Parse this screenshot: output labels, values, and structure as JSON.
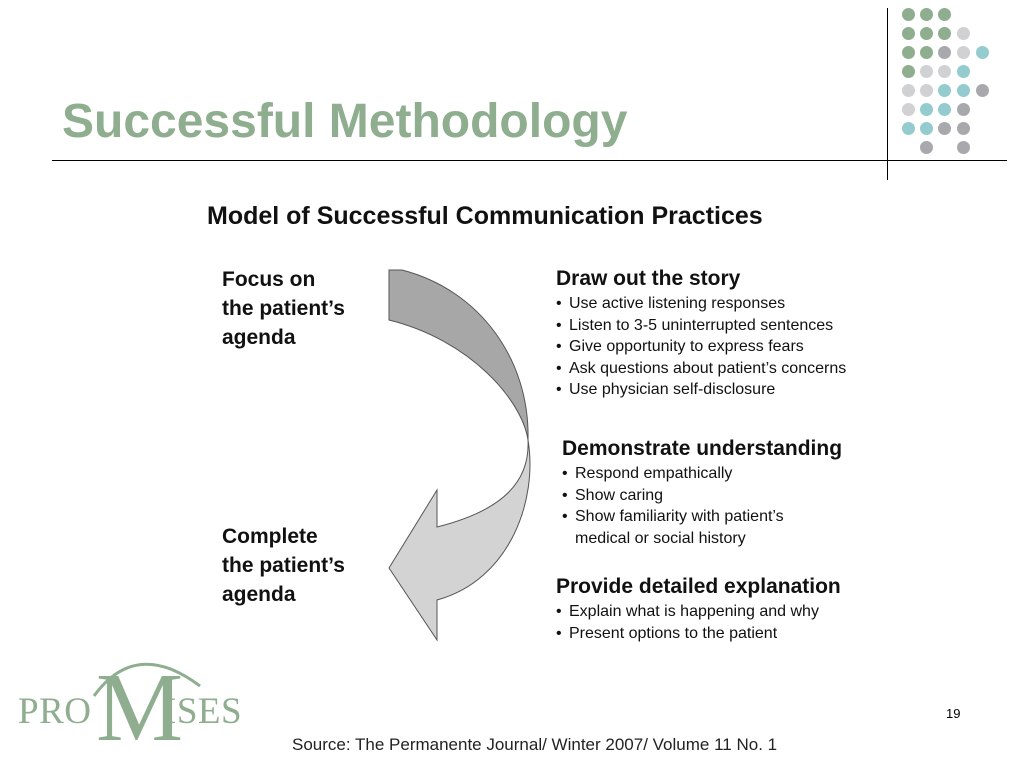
{
  "slide": {
    "title": "Successful Methodology",
    "page_number": "19",
    "source": "Source: The Permanente Journal/ Winter 2007/ Volume 11 No. 1",
    "accent_color": "#8fad8f"
  },
  "decor": {
    "dot_colors": {
      "green": "#8fad8f",
      "gray": "#a7a9ac",
      "light_gray": "#cfd1d3",
      "teal": "#94cbcf"
    }
  },
  "model": {
    "title": "Model of Successful Communication Practices",
    "left_top_label": [
      "Focus on",
      "the patient’s",
      "agenda"
    ],
    "left_bottom_label": [
      "Complete",
      "the patient’s",
      "agenda"
    ],
    "arrow_colors": {
      "top": "#a7a7a7",
      "bottom": "#d3d3d3"
    },
    "sections": [
      {
        "heading": "Draw out the story",
        "bullets": [
          "Use active listening responses",
          "Listen to 3-5 uninterrupted sentences",
          "Give opportunity to express fears",
          "Ask questions about patient’s concerns",
          "Use physician self-disclosure"
        ]
      },
      {
        "heading": "Demonstrate understanding",
        "bullets": [
          "Respond empathically",
          "Show caring",
          "Show familiarity with patient’s",
          "medical or social history"
        ]
      },
      {
        "heading": "Provide detailed explanation",
        "bullets": [
          "Explain what is happening and why",
          "Present options to the patient"
        ]
      }
    ]
  },
  "logo": {
    "left_text": "PRO",
    "center_letter": "M",
    "right_text": "ISES"
  }
}
